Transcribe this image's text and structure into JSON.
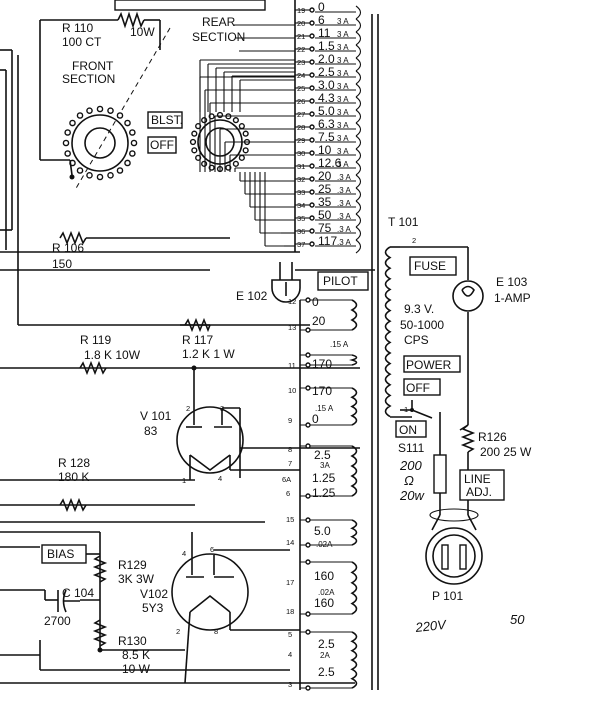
{
  "resistors": {
    "r110": {
      "name": "R 110",
      "value": "100 CT",
      "rating": "10W"
    },
    "r106": {
      "name": "R 106",
      "value": "150"
    },
    "r119": {
      "name": "R 119",
      "value": "1.8 K  10W"
    },
    "r117": {
      "name": "R 117",
      "value": "1.2 K   1 W"
    },
    "r128": {
      "name": "R 128",
      "value": "180 K"
    },
    "r129": {
      "name": "R129",
      "value": "3K 3W"
    },
    "r130": {
      "name": "R130",
      "value": "8.5 K",
      "rating": "10 W"
    },
    "r126": {
      "name": "R126",
      "value": "200  25 W"
    }
  },
  "switch": {
    "front_section": [
      "FRONT",
      "SECTION"
    ],
    "rear_section": [
      "REAR",
      "SECTION"
    ],
    "blst": "BLST.",
    "off": "OFF"
  },
  "taps": [
    {
      "pin": "19",
      "label": "0",
      "amps": ""
    },
    {
      "pin": "20",
      "label": "6",
      "amps": "3 A"
    },
    {
      "pin": "21",
      "label": "11",
      "amps": "3 A"
    },
    {
      "pin": "22",
      "label": "1.5",
      "amps": "3 A"
    },
    {
      "pin": "23",
      "label": "2.0",
      "amps": "3 A"
    },
    {
      "pin": "24",
      "label": "2.5",
      "amps": "3 A"
    },
    {
      "pin": "25",
      "label": "3.0",
      "amps": "3 A"
    },
    {
      "pin": "26",
      "label": "4.3",
      "amps": "3 A"
    },
    {
      "pin": "27",
      "label": "5.0",
      "amps": "3 A"
    },
    {
      "pin": "28",
      "label": "6.3",
      "amps": "3 A"
    },
    {
      "pin": "29",
      "label": "7.5",
      "amps": "3 A"
    },
    {
      "pin": "30",
      "label": "10",
      "amps": "3 A"
    },
    {
      "pin": "31",
      "label": "12.6",
      "amps": "3 A"
    },
    {
      "pin": "32",
      "label": "20",
      "amps": ".3 A"
    },
    {
      "pin": "33",
      "label": "25",
      "amps": ".3 A"
    },
    {
      "pin": "34",
      "label": "35",
      "amps": ".3 A"
    },
    {
      "pin": "35",
      "label": "50",
      "amps": ".3 A"
    },
    {
      "pin": "36",
      "label": "75",
      "amps": ".3 A"
    },
    {
      "pin": "37",
      "label": "117",
      "amps": ".3 A"
    }
  ],
  "pilot": {
    "label": "PILOT",
    "lamp": "E 102"
  },
  "windings": {
    "w12_13": {
      "pin_a": "12",
      "pin_b": "13",
      "v_a": "0",
      "v_b": "20"
    },
    "w11": {
      "pin": "11",
      "amps": ".15 A",
      "v": "170"
    },
    "w10_9": {
      "pin_a": "10",
      "pin_b": "9",
      "v_a": "170",
      "amps": ".15 A",
      "v_b": "0"
    },
    "w8_6": {
      "p8": "8",
      "p7": "7",
      "p6a": "6A",
      "p6": "6",
      "v1": "2.5",
      "amps": "3A",
      "v2": "1.25",
      "v3": "1.25"
    },
    "w15_14": {
      "p15": "15",
      "p14": "14",
      "v": "5.0",
      "amps": ".02A"
    },
    "w17_18": {
      "p17": "17",
      "p18": "18",
      "v1": "160",
      "amps": ".02A",
      "v2": "160"
    },
    "w5_3": {
      "p5": "5",
      "p4": "4",
      "p3": "3",
      "v1": "2.5",
      "amps": "2A",
      "v2": "2.5"
    }
  },
  "tubes": {
    "v101": {
      "name": "V 101",
      "type": "83",
      "pins": [
        "2",
        "3",
        "1",
        "4"
      ]
    },
    "v102": {
      "name": "V102",
      "type": "5Y3",
      "pins": [
        "4",
        "6",
        "2",
        "8"
      ]
    }
  },
  "capacitor": {
    "name": "C 104",
    "value": "2700"
  },
  "bias": "BIAS",
  "transformer": {
    "name": "T 101",
    "pin_top": "2",
    "pin_bottom": "1",
    "primary": [
      "9.3 V.",
      "50-1000",
      "CPS"
    ]
  },
  "fuse": "FUSE",
  "lamp": {
    "name": "E 103",
    "value": "1-AMP"
  },
  "power": {
    "label": "POWER",
    "off": "OFF",
    "on": "ON",
    "switch": "S111"
  },
  "line_adj": [
    "LINE",
    "ADJ."
  ],
  "plug": "P 101",
  "handwriting": {
    "note1": "200",
    "note2": "Ω",
    "note3": "20w",
    "note4": "220V",
    "note5": "50"
  }
}
